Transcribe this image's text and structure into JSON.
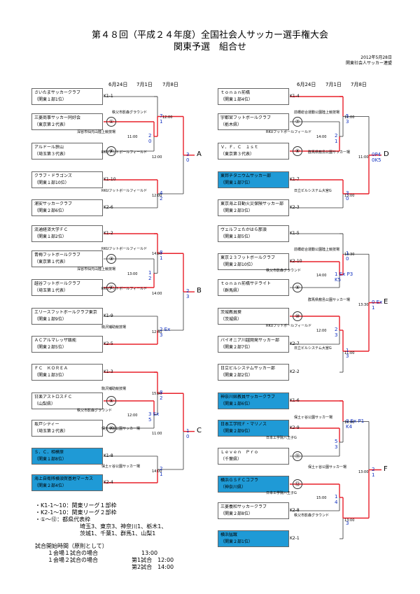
{
  "title": {
    "line1": "第４８回（平成２４年度）全国社会人サッカー選手権大会",
    "line2": "関東予選　組合せ"
  },
  "meta": {
    "date": "2012年5月28日",
    "org": "関東社会人サッカー連盟"
  },
  "headers": {
    "left": [
      "6月24日",
      "7月1日",
      "7月8日"
    ],
    "right": [
      "6月24日",
      "7月1日",
      "7月8日"
    ]
  },
  "teams_left": [
    {
      "name": "さいたまサッカークラブ",
      "sub": "（関東１部1位）",
      "code": "K1-1",
      "highlight": false
    },
    {
      "name": "三菱商事サッカー同好会",
      "sub": "（東京第２代表）",
      "code": "①",
      "highlight": false
    },
    {
      "name": "アルドール狭山",
      "sub": "（埼玉第３代表）",
      "code": "②",
      "highlight": false
    },
    {
      "name": "クラブ・ドラゴンズ",
      "sub": "（関東１部10位）",
      "code": "K1-10",
      "highlight": false
    },
    {
      "name": "浦安サッカークラブ",
      "sub": "（関東２部6位）",
      "code": "K2-6",
      "highlight": false
    },
    {
      "name": "流通経済大学ＦＣ",
      "sub": "（関東１部2位）",
      "code": "K1-2",
      "highlight": false
    },
    {
      "name": "青梅フットボールクラブ",
      "sub": "（東京第１代表）",
      "code": "③",
      "highlight": false
    },
    {
      "name": "越谷フットボールクラブ",
      "sub": "（埼玉第１代表）",
      "code": "④",
      "highlight": false
    },
    {
      "name": "エリースフットボールクラブ東京",
      "sub": "（関東１部9位）",
      "code": "K1-9",
      "highlight": false
    },
    {
      "name": "ＡＣアルマレッザ飯能",
      "sub": "（関東２部5位）",
      "code": "K2-5",
      "highlight": false
    },
    {
      "name": "ＦＣ　ＫＯＲＥＡ",
      "sub": "（関東１部3位）",
      "code": "K1-3",
      "highlight": false
    },
    {
      "name": "甘楽アストロスＦＣ",
      "sub": "（山梨県）",
      "code": "⑤",
      "highlight": false
    },
    {
      "name": "坂戸シティー",
      "sub": "（埼玉第２代表）",
      "code": "⑥",
      "highlight": false
    },
    {
      "name": "Ｓ．Ｃ．相模原",
      "sub": "（関東１部8位）",
      "code": "K1-8",
      "highlight": true
    },
    {
      "name": "海上自衛隊横須賀基地マーカス",
      "sub": "（関東２部4位）",
      "code": "K2-4",
      "highlight": true
    }
  ],
  "teams_right": [
    {
      "name": "ｔｏｎａｎ前橋",
      "sub": "（関東１部4位）",
      "code": "K1-4",
      "highlight": false
    },
    {
      "name": "宇都宮フットボールクラブ",
      "sub": "（栃木県）",
      "code": "⑦",
      "highlight": false
    },
    {
      "name": "Ｖ．Ｆ．Ｃ　１ｓｔ",
      "sub": "（東京第３代表）",
      "code": "⑧",
      "highlight": false
    },
    {
      "name": "東邦チタニウムサッカー部",
      "sub": "（関東１部7位）",
      "code": "K1-7",
      "highlight": true
    },
    {
      "name": "東京海上日動火災保険サッカー部",
      "sub": "（関東２部3位）",
      "code": "K2-3",
      "highlight": false
    },
    {
      "name": "ヴェルフェたかはら那須",
      "sub": "（関東１部5位）",
      "code": "K1-5",
      "highlight": false
    },
    {
      "name": "東京２３フットボールクラブ",
      "sub": "（関東２部10位）",
      "code": "K2-10",
      "highlight": false
    },
    {
      "name": "ｔｏｎａｎ前橋サテライト",
      "sub": "（群馬県）",
      "code": "⑨",
      "highlight": false
    },
    {
      "name": "茨城教員葵",
      "sub": "（茨城県）",
      "code": "⑩",
      "highlight": false
    },
    {
      "name": "バイオニア川越開発サッカー部",
      "sub": "（関東２部7位）",
      "code": "K2-7",
      "highlight": false
    },
    {
      "name": "日立ビルシステムサッカー部",
      "sub": "（関東２部2位）",
      "code": "K2-2",
      "highlight": false
    },
    {
      "name": "神奈川県教員サッカークラブ",
      "sub": "（関東１部6位）",
      "code": "K1-6",
      "highlight": true
    },
    {
      "name": "日本工学院Ｆ・マリノス",
      "sub": "（関東２部9位）",
      "code": "K2-9",
      "highlight": true
    },
    {
      "name": "Ｌｅｖｅｎ　Ｐｒｏ",
      "sub": "（千葉県）",
      "code": "⑪",
      "highlight": false
    },
    {
      "name": "横浜ＧＳＦＣコブラ",
      "sub": "（神奈川県）",
      "code": "⑫",
      "highlight": true
    },
    {
      "name": "三菱養和サッカークラブ",
      "sub": "（関東２部8位）",
      "code": "K2-8",
      "highlight": false
    },
    {
      "name": "横浜猛蹴",
      "sub": "（関東２部1位）",
      "code": "K2-1",
      "highlight": true
    }
  ],
  "venues_left": [
    {
      "venue": "秩父市影森グラウンド",
      "time": "12:00"
    },
    {
      "venue": "深谷市仙元山陸上競技場",
      "time": "11:00"
    },
    {
      "venue": "RKUフットボールフィールド",
      "time": "12:00"
    },
    {
      "venue": "RKUフットボールフィールド",
      "time": "12:00"
    },
    {
      "venue": "RKUフットボールフィールド",
      "time": "14:00"
    },
    {
      "venue": "深谷市仙元山陸上競技場",
      "time": "13:00"
    },
    {
      "venue": "RKUフットボールフィールド",
      "time": "14:00"
    },
    {
      "venue": "駒沢補助競技場",
      "time": "12:40"
    },
    {
      "venue": "駒沢補助競技場",
      "time": "15:00"
    },
    {
      "venue": "秩父市影森グラウンド",
      "time": "12:00"
    },
    {
      "venue": "保土ヶ谷公園サッカー場",
      "time": "11:00"
    },
    {
      "venue": "保土ヶ谷公園サッカー場",
      "time": "14:00"
    }
  ],
  "venues_right": [
    {
      "venue": "前橋総合運動公園陸上競技場",
      "time": "11:00"
    },
    {
      "venue": "RKUフットボールフィールド",
      "time": "14:00"
    },
    {
      "venue": "群馬県敷島公園サッカー場",
      "time": "11:00"
    },
    {
      "venue": "日立ビルシステム大宮G",
      "time": "13:00"
    },
    {
      "venue": "前橋総合運動公園陸上競技場",
      "time": "13:30"
    },
    {
      "venue": "秩父市影森グラウンド",
      "time": "14:00"
    },
    {
      "venue": "群馬県敷島公園サッカー場",
      "time": "13:30"
    },
    {
      "venue": "RKUフットボールフィールド",
      "time": "12:00"
    },
    {
      "venue": "日立ビルシステム大宮G",
      "time": "11:00"
    },
    {
      "venue": "保土ヶ谷公園サッカー場",
      "time": "16:00"
    },
    {
      "venue": "日本工学院八王子G",
      "time": ""
    },
    {
      "venue": "保土ヶ谷公園サッカー場",
      "time": "13:00"
    },
    {
      "venue": "日本工学院八王子G",
      "time": "15:00"
    },
    {
      "venue": "秩父市影森グラウンド",
      "time": "13:00"
    }
  ],
  "scores": [
    "7",
    "1",
    "2",
    "0",
    "3",
    "0",
    "4",
    "2",
    "8",
    "1",
    "1",
    "2",
    "2",
    "3",
    "2 Ex",
    "3",
    "8",
    "3 Ex",
    "5",
    "2",
    "1",
    "0",
    "2",
    "1",
    "5",
    "3",
    "2",
    "1",
    "0P4",
    "0K5",
    "3",
    "0",
    "1",
    "0",
    "1 Ex P3",
    "K5",
    "0 Ex",
    "1",
    "2",
    "3",
    "1",
    "3",
    "0 Ex P1",
    "K4",
    "2",
    "1",
    "5",
    "3",
    "1",
    "4",
    "3"
  ],
  "groups": [
    "A",
    "B",
    "C",
    "D",
    "E",
    "F"
  ],
  "notes": [
    "・K1-1～10：関東リーグ１部枠",
    "・K2-1～10：関東リーグ２部枠",
    "・①～⑫：都県代表枠",
    "　　　　　　　　埼玉3、東京3、神奈川1、栃木1、",
    "　　　　　　　　茨城1、千葉1、群馬1、山梨1"
  ],
  "schedule": {
    "heading": "試合開始時間（原則として）",
    "row1": "１会場１試合の場合",
    "row1_time": "13:00",
    "row2": "１会場２試合の場合",
    "row2_a": "第1試合　12:00",
    "row2_b": "第2試合　14:00"
  }
}
